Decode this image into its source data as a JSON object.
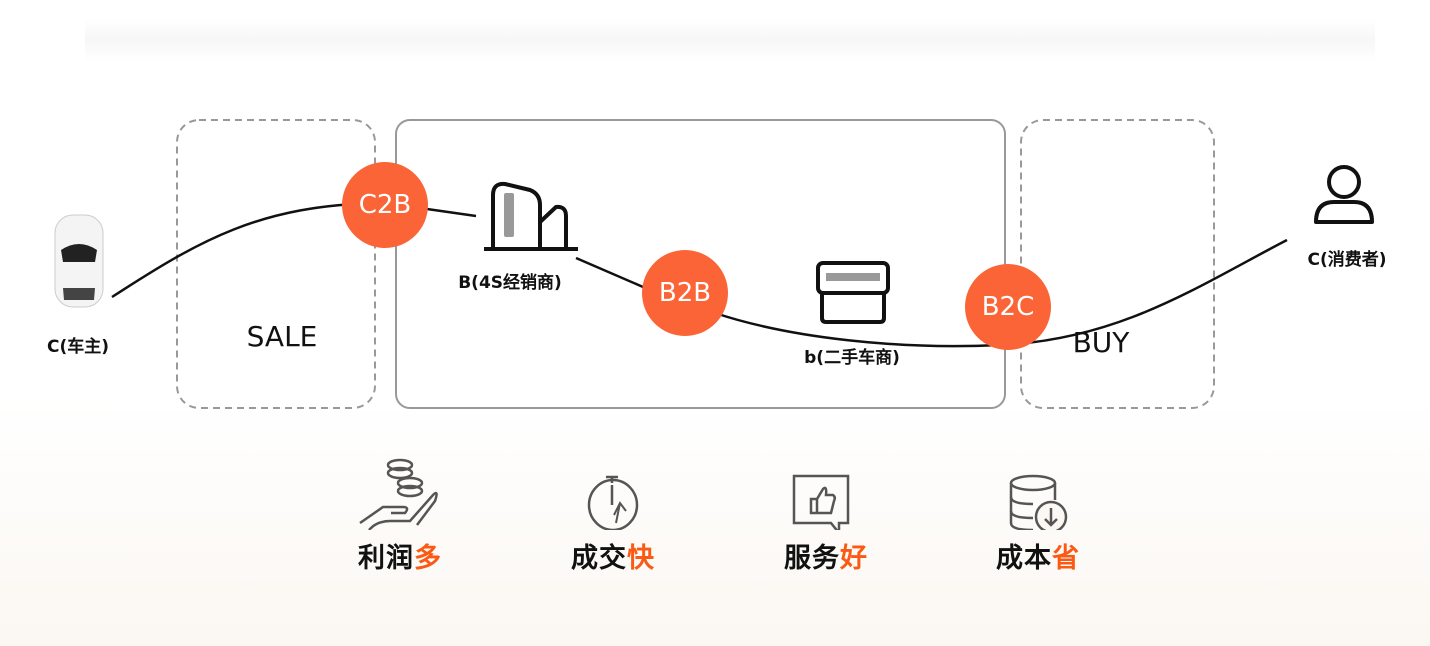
{
  "colors": {
    "accent": "#fb6436",
    "highlight": "#fb5a14"
  },
  "nodes": {
    "car_owner": "C(车主)",
    "dealer": "B(4S经销商)",
    "used_dealer": "b(二手车商)",
    "consumer": "C(消费者)"
  },
  "zones": {
    "sale": "SALE",
    "buy": "BUY"
  },
  "transactions": {
    "c2b": "C2B",
    "b2b": "B2B",
    "b2c": "B2C"
  },
  "features": [
    {
      "icon": "coins-hand-icon",
      "main": "利润",
      "hl": "多"
    },
    {
      "icon": "stopwatch-runner-icon",
      "main": "成交",
      "hl": "快"
    },
    {
      "icon": "thumbs-up-message-icon",
      "main": "服务",
      "hl": "好"
    },
    {
      "icon": "database-down-icon",
      "main": "成本",
      "hl": "省"
    }
  ]
}
